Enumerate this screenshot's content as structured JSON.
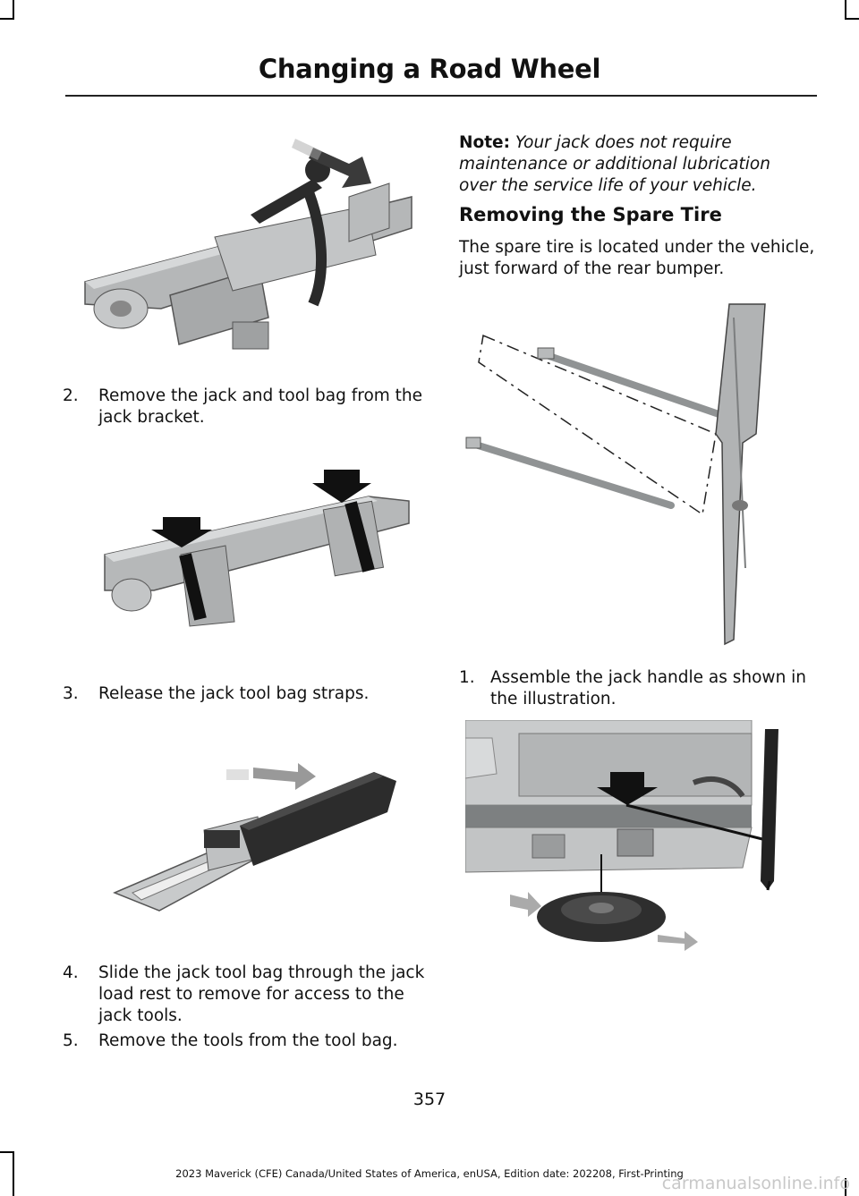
{
  "header": {
    "title": "Changing a Road Wheel"
  },
  "left_steps": [
    {
      "num": "2.",
      "text": "Remove the jack and tool bag from the jack bracket."
    },
    {
      "num": "3.",
      "text": "Release the jack tool bag straps."
    },
    {
      "num": "4.",
      "text": "Slide the jack tool bag through the jack load rest to remove for access to the jack tools."
    },
    {
      "num": "5.",
      "text": "Remove the tools from the tool bag."
    }
  ],
  "note": {
    "label": "Note:",
    "text": "Your jack does not require maintenance or additional lubrication over the service life of your vehicle."
  },
  "section": {
    "heading": "Removing the Spare Tire",
    "paragraph": "The spare tire is located under the vehicle, just forward of the rear bumper."
  },
  "right_steps": [
    {
      "num": "1.",
      "text": "Assemble the jack handle as shown in the illustration."
    }
  ],
  "page_number": "357",
  "footer": "2023 Maverick (CFE) Canada/United States of America, enUSA, Edition date: 202208, First-Printing",
  "watermark": "carmanualsonline.info"
}
